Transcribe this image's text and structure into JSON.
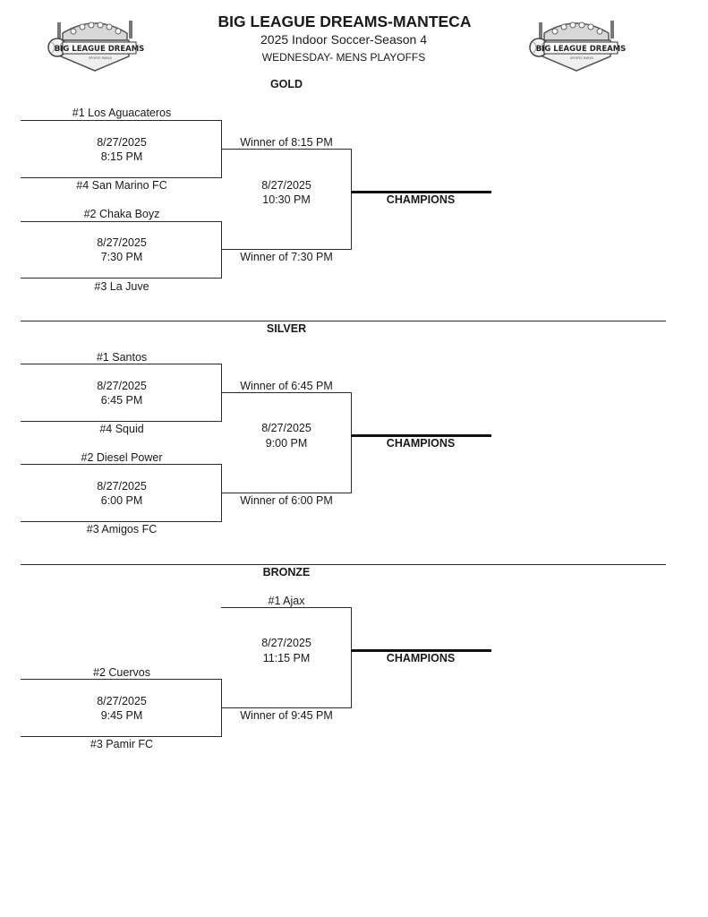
{
  "header": {
    "title": "BIG LEAGUE DREAMS-MANTECA",
    "subtitle": "2025 Indoor Soccer-Season 4",
    "subtitle2": "WEDNESDAY- MENS PLAYOFFS",
    "logo_text": "BIG LEAGUE DREAMS",
    "logo_subtext": "SPORTS PARKS",
    "logo_icon": "baseball-stadium-logo"
  },
  "divisions": {
    "gold": {
      "name": "GOLD",
      "semifinal_1": {
        "top_team": "#1 Los Aguacateros",
        "bottom_team": "#4 San Marino FC",
        "date": "8/27/2025",
        "time": "8:15 PM"
      },
      "semifinal_2": {
        "top_team": "#2 Chaka Boyz",
        "bottom_team": "#3 La Juve",
        "date": "8/27/2025",
        "time": "7:30 PM"
      },
      "final": {
        "top_slot": "Winner of 8:15 PM",
        "bottom_slot": "Winner of 7:30 PM",
        "date": "8/27/2025",
        "time": "10:30 PM"
      },
      "champions_label": "CHAMPIONS"
    },
    "silver": {
      "name": "SILVER",
      "semifinal_1": {
        "top_team": "#1 Santos",
        "bottom_team": "#4 Squid",
        "date": "8/27/2025",
        "time": "6:45 PM"
      },
      "semifinal_2": {
        "top_team": "#2 Diesel Power",
        "bottom_team": "#3 Amigos FC",
        "date": "8/27/2025",
        "time": "6:00 PM"
      },
      "final": {
        "top_slot": "Winner of 6:45 PM",
        "bottom_slot": "Winner of 6:00 PM",
        "date": "8/27/2025",
        "time": "9:00 PM"
      },
      "champions_label": "CHAMPIONS"
    },
    "bronze": {
      "name": "BRONZE",
      "semifinal": {
        "top_team": "#2 Cuervos",
        "bottom_team": "#3 Pamir FC",
        "date": "8/27/2025",
        "time": "9:45 PM"
      },
      "final": {
        "top_slot": "#1 Ajax",
        "bottom_slot": "Winner of 9:45 PM",
        "date": "8/27/2025",
        "time": "11:15 PM"
      },
      "champions_label": "CHAMPIONS"
    }
  }
}
